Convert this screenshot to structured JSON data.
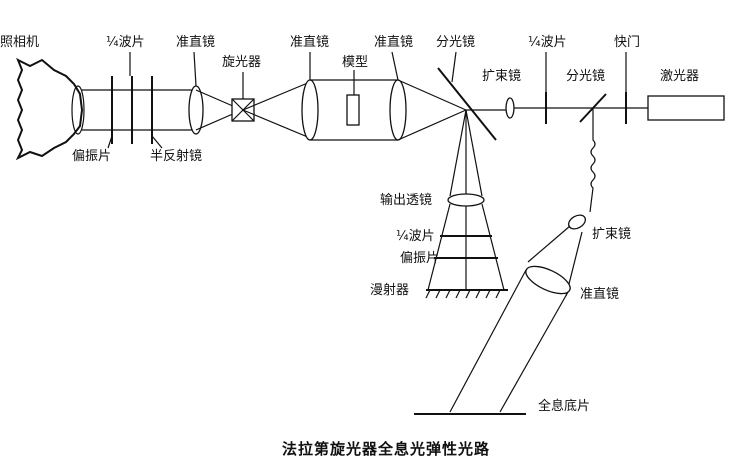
{
  "labels": {
    "camera": "照相机",
    "quarter_wave_top": "¼波片",
    "polarizer_top": "偏振片",
    "half_mirror": "半反射镜",
    "collimator_1": "准直镜",
    "faraday_rotator": "旋光器",
    "collimator_2": "准直镜",
    "model": "模型",
    "collimator_3": "准直镜",
    "beam_splitter_1": "分光镜",
    "beam_expander_1": "扩束镜",
    "quarter_wave_right": "¼波片",
    "beam_splitter_2": "分光镜",
    "shutter": "快门",
    "laser": "激光器",
    "output_lens": "输出透镜",
    "quarter_wave_bottom": "¼波片",
    "polarizer_bottom": "偏振片",
    "diffuser": "漫射器",
    "beam_expander_2": "扩束镜",
    "collimator_4": "准直镜",
    "hologram_plate": "全息底片"
  },
  "caption": "法拉第旋光器全息光弹性光路"
}
